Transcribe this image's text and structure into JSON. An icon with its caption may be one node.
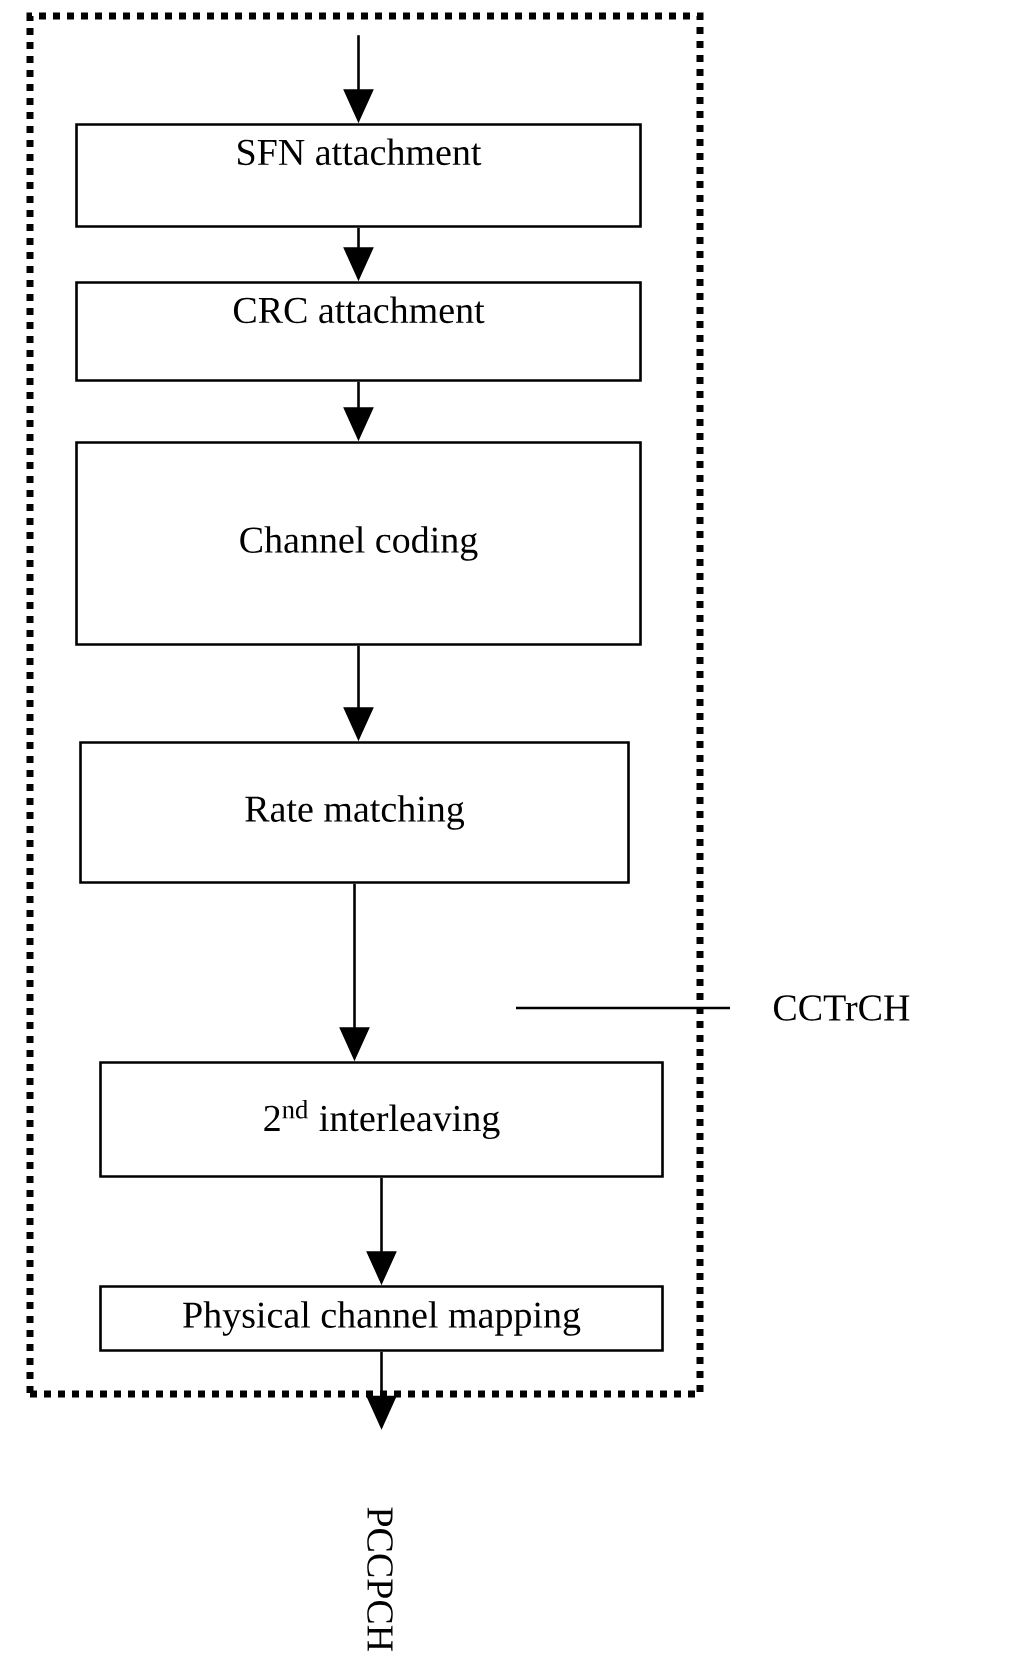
{
  "diagram": {
    "nodes": [
      {
        "text": [],
        "shape": "box"
      },
      {
        "text": [
          "SFN attachment"
        ],
        "in": 0
      },
      {
        "text": [
          "CRC attachment"
        ],
        "in": 0
      },
      {
        "text": [
          "Channel coding"
        ],
        "in": 0
      },
      {
        "text": [
          "Rate matching"
        ],
        "in": 0
      },
      {
        "text": [
          "2$^{nd}$ interleaving"
        ],
        "in": 0
      },
      {
        "text": [
          "Physical channel mapping"
        ],
        "in": 0
      },
      {
        "text": [
          "CCTrCH"
        ]
      }
    ],
    "edges": [
      {
        "from": null,
        "to": 1,
        "arrow": "to"
      },
      {
        "from": 1,
        "to": 2,
        "arrow": "to"
      },
      {
        "from": 2,
        "to": 3,
        "arrow": "to"
      },
      {
        "from": 3,
        "to": 4,
        "arrow": "to"
      },
      {
        "from": 4,
        "to": 5,
        "arrow": "to"
      },
      {
        "from": 5,
        "to": 6,
        "arrow": "to"
      },
      {
        "from": 6,
        "to": null,
        "arrow": "to"
      },
      {
        "from": 7,
        "to": 0,
        "arrow": "none"
      }
    ],
    "labels": [
      "PCCPCH"
    ]
  }
}
